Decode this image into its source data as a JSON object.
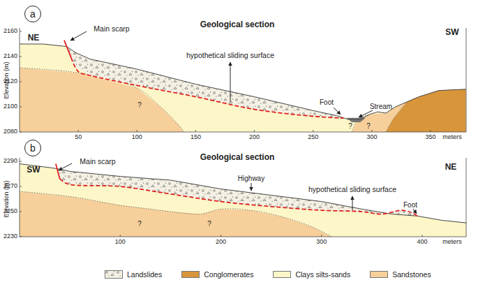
{
  "diagram": {
    "nodes": [
      {
        "text": [
          "a"
        ]
      },
      {
        "text": [
          "b"
        ]
      }
    ],
    "labels": [
      "NE",
      "SW",
      "Geological section",
      "Main scarp",
      "hypothetical sliding surface",
      "Foot",
      "Stream",
      "?",
      "?",
      "?",
      "Elevation (m)",
      "2160",
      "2140",
      "2120",
      "2100",
      "2080",
      "50",
      "100",
      "150",
      "200",
      "250",
      "300",
      "350",
      "meters",
      "SW",
      "NE",
      "Geological section",
      "Main scarp",
      "Highway",
      "hypothetical sliding surface",
      "Foot",
      "?",
      "?",
      "Elevation (m)",
      "2290",
      "2270",
      "2250",
      "2230",
      "100",
      "200",
      "300",
      "400",
      "meters"
    ],
    "legend": [
      {
        "text": "Landslides"
      },
      {
        "text": "Conglomerates",
        "color": "#d9953a"
      },
      {
        "text": "Clays silts-sands",
        "color": "#fdf6c9"
      },
      {
        "text": "Sandstones",
        "color": "#f6cf9a"
      }
    ]
  }
}
